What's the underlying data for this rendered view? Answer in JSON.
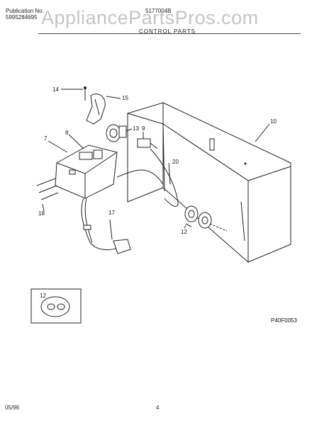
{
  "header": {
    "publication_label": "Publication No.",
    "publication_number": "5995284695",
    "model_number": "5177004B",
    "section_title": "CONTROL PARTS"
  },
  "watermark": "AppliancePartsPros.com",
  "callouts": {
    "c14": "14",
    "c15": "15",
    "c13": "13",
    "c9": "9",
    "c10": "10",
    "c7": "7",
    "c8": "8",
    "c20": "20",
    "c17": "17",
    "c18": "18",
    "c12": "12",
    "inset12": "12"
  },
  "diagram_code": "P40F0053",
  "footer": {
    "date": "05/96",
    "page": "4"
  }
}
